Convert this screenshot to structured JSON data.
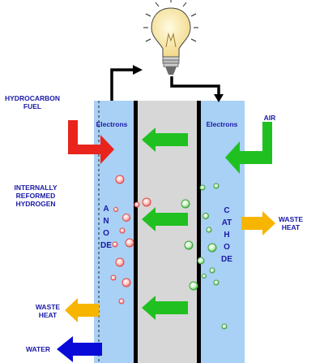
{
  "labels": {
    "hydrocarbon_fuel": "HYDROCARBON\nFUEL",
    "internally_reformed_hydrogen": "INTERNALLY\nREFORMED\nHYDROGEN",
    "electrons_left": "Electrons",
    "electrons_right": "Electrons",
    "air": "AIR",
    "anode": "ANODE",
    "cathode": "CATHODE",
    "waste_heat_right": "WASTE\nHEAT",
    "waste_heat_left": "WASTE\nHEAT",
    "water": "WATER"
  },
  "colors": {
    "electrode": "#a9d0f5",
    "electrolyte": "#d7d7d7",
    "label_text": "#1a1aa6",
    "fuel_arrow": "#e8241c",
    "ion_arrow": "#20c020",
    "heat_arrow": "#f7b500",
    "water_arrow": "#0a0ad8",
    "wire": "#000000"
  },
  "icons": [
    "light-bulb-icon"
  ]
}
